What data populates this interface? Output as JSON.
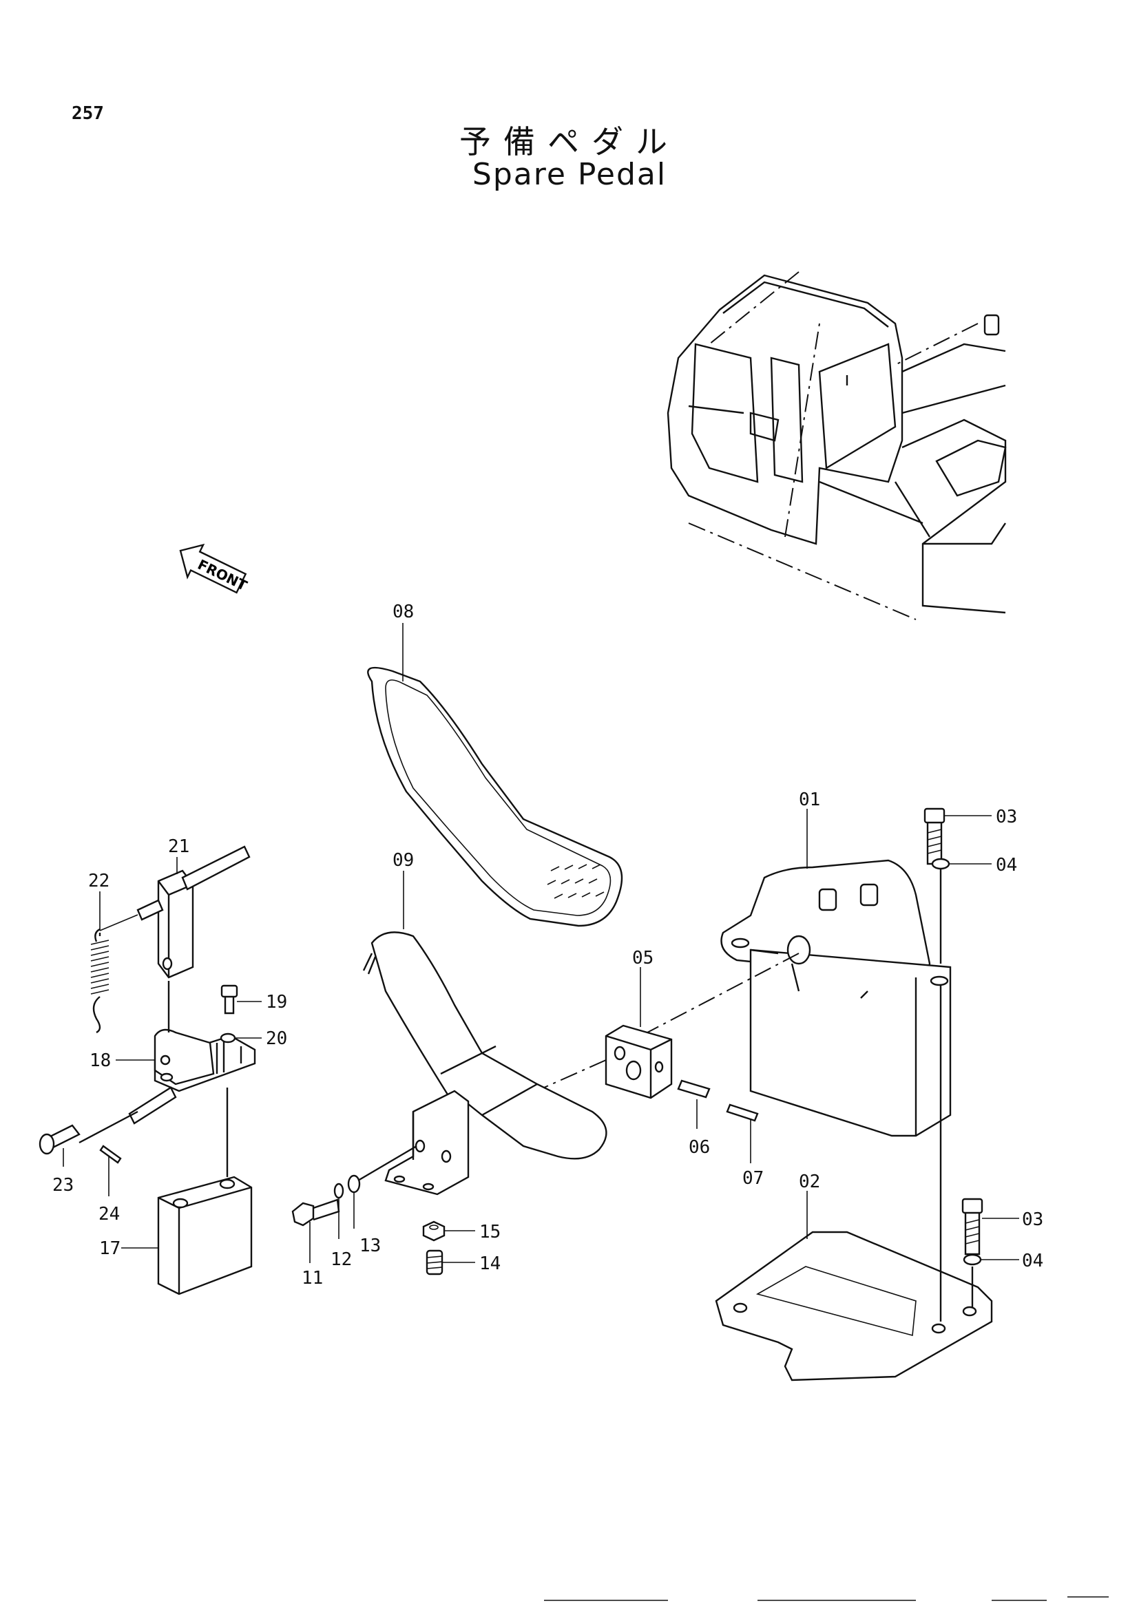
{
  "page_number": "257",
  "title_jp": "予備ペダル",
  "title_en": "Spare Pedal",
  "orientation_label": "FRONT",
  "callouts": [
    "01",
    "02",
    "03",
    "03",
    "04",
    "04",
    "05",
    "06",
    "07",
    "08",
    "09",
    "11",
    "12",
    "13",
    "14",
    "15",
    "17",
    "18",
    "19",
    "20",
    "21",
    "22",
    "23",
    "24"
  ]
}
